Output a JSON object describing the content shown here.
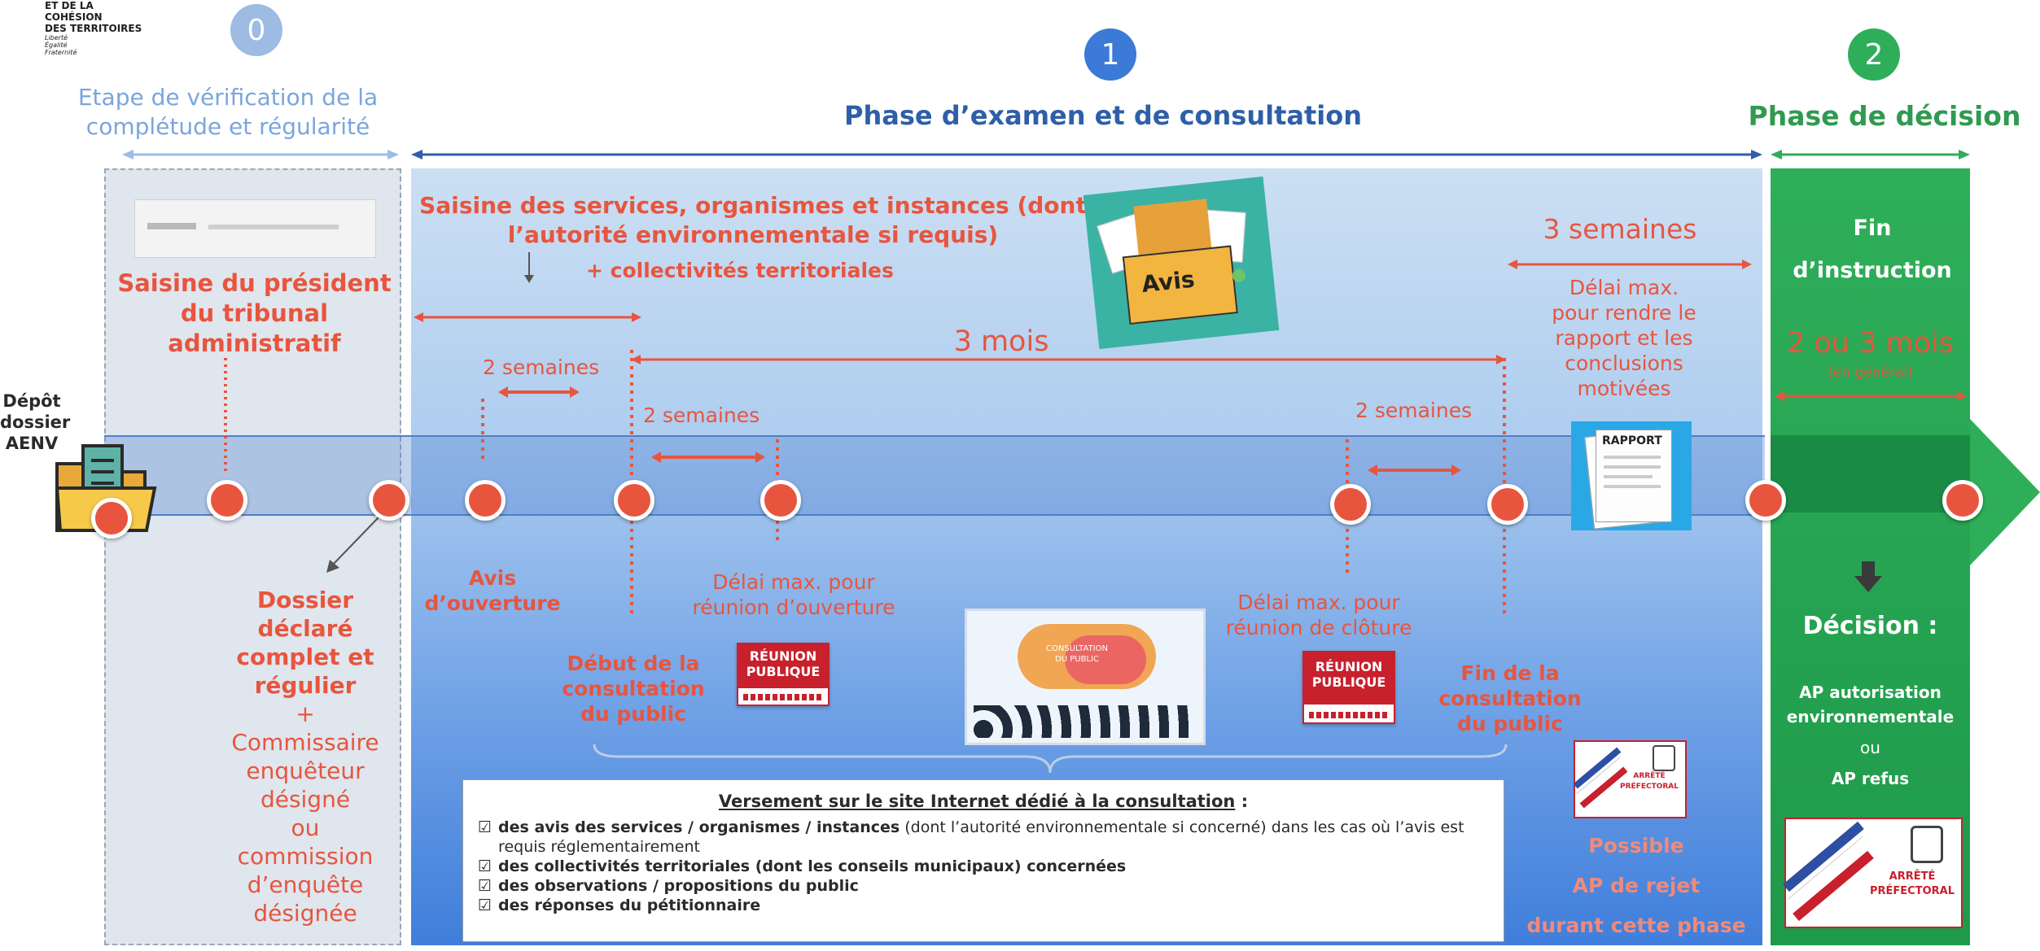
{
  "logo": {
    "line1": "ET DE LA COHÉSION",
    "line2": "DES TERRITOIRES",
    "motto1": "Liberté",
    "motto2": "Égalité",
    "motto3": "Fraternité"
  },
  "phases": [
    {
      "number": "0",
      "title_line1": "Etape de vérification de la",
      "title_line2": "complétude et régularité"
    },
    {
      "number": "1",
      "title": "Phase d’examen et de consultation"
    },
    {
      "number": "2",
      "title": "Phase de décision"
    }
  ],
  "depot": {
    "line1": "Dépôt",
    "line2": "dossier",
    "line3": "AENV"
  },
  "phase0": {
    "saisine": [
      "Saisine du président",
      "du tribunal",
      "administratif"
    ],
    "dossier": [
      "Dossier",
      "déclaré",
      "complet et",
      "régulier"
    ],
    "plus": "+",
    "commissaire": [
      "Commissaire",
      "enquêteur",
      "désigné"
    ],
    "ou": "ou",
    "commission": [
      "commission",
      "d’enquête",
      "désignée"
    ]
  },
  "phase1": {
    "saisine_services": [
      "Saisine des services, organismes et instances (dont",
      "l’autorité environnementale si requis)"
    ],
    "collectivites": "+ collectivités territoriales",
    "avis_folder": "Avis",
    "trois_mois": "3 mois",
    "deux_semaines_a": "2 semaines",
    "deux_semaines_b": "2 semaines",
    "deux_semaines_c": "2 semaines",
    "trois_semaines": "3 semaines",
    "delai_rapport": [
      "Délai max.",
      "pour rendre le",
      "rapport et les",
      "conclusions",
      "motivées"
    ],
    "rapport": "RAPPORT",
    "avis_ouverture": [
      "Avis",
      "d’ouverture"
    ],
    "delai_ouverture": [
      "Délai max. pour",
      "réunion d’ouverture"
    ],
    "debut_consultation": [
      "Début de la",
      "consultation",
      "du public"
    ],
    "delai_cloture": [
      "Délai max. pour",
      "réunion de clôture"
    ],
    "fin_consultation": [
      "Fin de la",
      "consultation",
      "du public"
    ],
    "reunion_publique": [
      "RÉUNION",
      "PUBLIQUE"
    ],
    "consultation_bubble": [
      "CONSULTATION",
      "DU PUBLIC"
    ],
    "versement_title": "Versement sur le site Internet dédié à la consultation",
    "versement_colon": " :",
    "versement_items": [
      {
        "bold": "des avis des services / organismes / instances",
        "rest": " (dont l’autorité environnementale si concerné) dans les cas où l’avis est requis réglementairement"
      },
      {
        "bold": "des collectivités territoriales (dont les conseils municipaux) concernées",
        "rest": ""
      },
      {
        "bold": "des observations / propositions du public",
        "rest": ""
      },
      {
        "bold": "des réponses du pétitionnaire",
        "rest": ""
      }
    ],
    "arrete_line1": "ARRÊTÉ",
    "arrete_line2": "PRÉFECTORAL",
    "possible": [
      "Possible",
      "AP de rejet",
      "durant cette phase"
    ]
  },
  "phase2": {
    "fin_instruction": [
      "Fin",
      "d’instruction"
    ],
    "deux_trois_mois": "2 ou 3 mois",
    "en_general": "(en général)",
    "decision": "Décision :",
    "ap_autorisation": [
      "AP autorisation",
      "environnementale"
    ],
    "ou": "ou",
    "ap_refus": "AP refus",
    "arrete_line1": "ARRÊTÉ",
    "arrete_line2": "PRÉFECTORAL"
  },
  "colors": {
    "phase0_circle": "#9dbbe3",
    "phase1_circle": "#3b7ad6",
    "phase2_circle": "#2fae5a",
    "accent_red": "#e8553e",
    "phase2_green": "#1e9a4a",
    "title_blue": "#2e5fa8"
  }
}
